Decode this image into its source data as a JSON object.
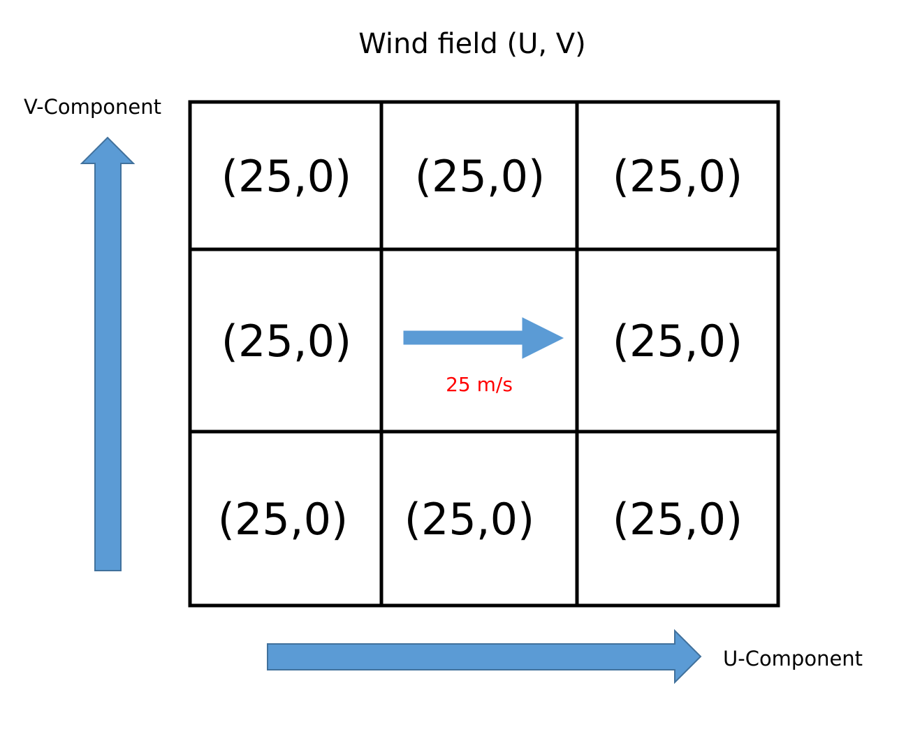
{
  "title": "Wind field (U, V)",
  "axes": {
    "v_label": "V-Component",
    "u_label": "U-Component"
  },
  "grid": {
    "rows": [
      [
        "(25,0)",
        "(25,0)",
        "(25,0)"
      ],
      [
        "(25,0)",
        "",
        "(25,0)"
      ],
      [
        "(25,0)",
        "(25,0)",
        "(25,0)"
      ]
    ]
  },
  "center_vector": {
    "speed_label": "25 m/s"
  },
  "colors": {
    "arrow_fill": "#5b9bd5",
    "arrow_stroke": "#41719c",
    "speed_text": "#ff0000",
    "grid_line": "#000000"
  }
}
